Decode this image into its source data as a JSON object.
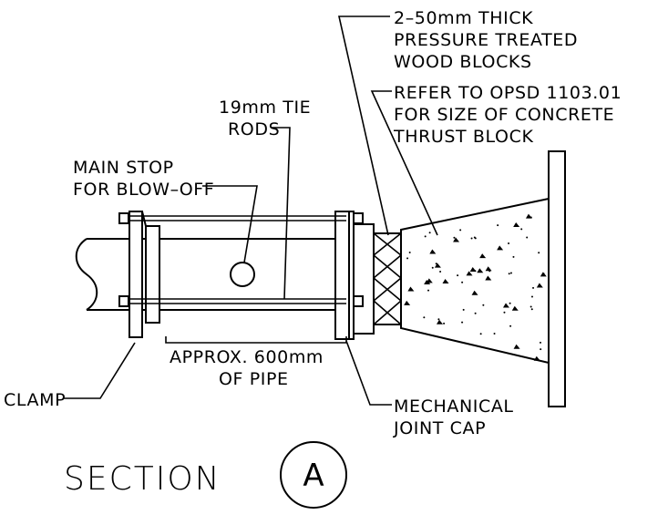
{
  "labels": {
    "wood_blocks": [
      "2–50mm THICK",
      "PRESSURE TREATED",
      "WOOD BLOCKS"
    ],
    "refer_opsd": [
      "REFER TO OPSD 1103.01",
      "FOR SIZE OF CONCRETE",
      "THRUST BLOCK"
    ],
    "tie_rods": [
      "19mm TIE",
      "RODS"
    ],
    "main_stop": [
      "MAIN STOP",
      "FOR BLOW–OFF"
    ],
    "clamp": "CLAMP",
    "approx_pipe": [
      "APPROX. 600mm",
      "OF PIPE"
    ],
    "mech_cap": [
      "MECHANICAL",
      "JOINT CAP"
    ],
    "section_title": "SECTION",
    "section_id": "A"
  }
}
